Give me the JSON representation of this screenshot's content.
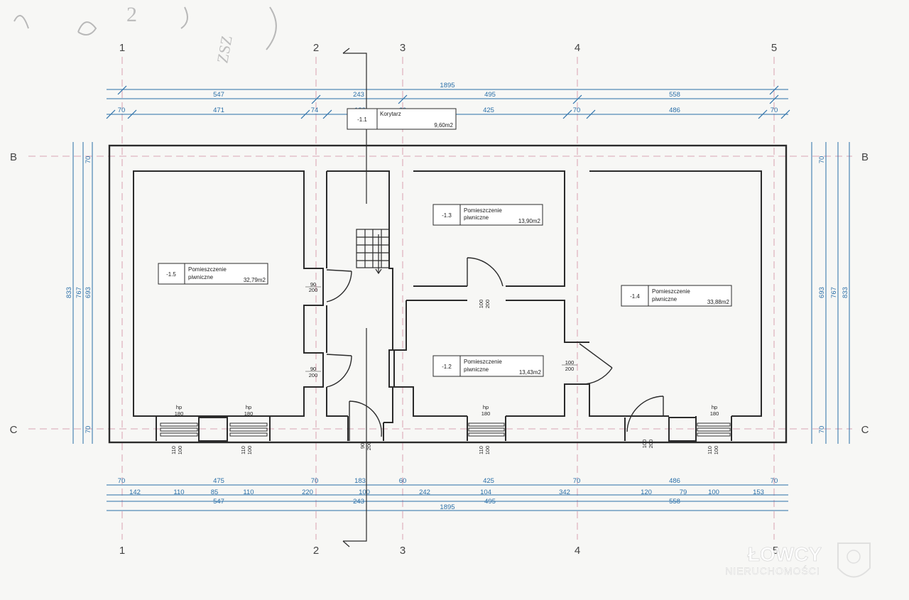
{
  "axes": {
    "columns": [
      "1",
      "2",
      "3",
      "4",
      "5"
    ],
    "rows": [
      "B",
      "C"
    ]
  },
  "dimensions": {
    "top_total": "1895",
    "top_mid": [
      "547",
      "243",
      "495",
      "558"
    ],
    "top_inner": [
      "70",
      "471",
      "74",
      "183",
      "60",
      "425",
      "70",
      "486",
      "70"
    ],
    "bottom_inner": [
      "70",
      "475",
      "70",
      "183",
      "60",
      "425",
      "70",
      "486",
      "70"
    ],
    "bottom_openings": [
      "142",
      "110",
      "85",
      "110",
      "220",
      "100",
      "242",
      "104",
      "342",
      "120",
      "79",
      "100",
      "153"
    ],
    "bottom_mid": [
      "547",
      "243",
      "495",
      "558"
    ],
    "bottom_total": "1895",
    "left_total": "833",
    "left_mid": "767",
    "left_inner": "693",
    "left_wall_top": "70",
    "left_wall_bottom": "70",
    "right_total": "833",
    "right_mid": "767",
    "right_inner": "693",
    "right_wall_top": "70",
    "right_wall_bottom": "70"
  },
  "rooms": {
    "r11": {
      "number": "-1.1",
      "name": "Korytarz",
      "area": "9,60m2"
    },
    "r12": {
      "number": "-1.2",
      "name_line1": "Pomieszczenie",
      "name_line2": "piwniczne",
      "area": "13,43m2"
    },
    "r13": {
      "number": "-1.3",
      "name_line1": "Pomieszczenie",
      "name_line2": "piwniczne",
      "area": "13,90m2"
    },
    "r14": {
      "number": "-1.4",
      "name_line1": "Pomieszczenie",
      "name_line2": "piwniczne",
      "area": "33,88m2"
    },
    "r15": {
      "number": "-1.5",
      "name_line1": "Pomieszczenie",
      "name_line2": "piwniczne",
      "area": "32,79m2"
    }
  },
  "doors": {
    "d1_w": "90",
    "d1_h": "200",
    "d2_w": "90",
    "d2_h": "200",
    "d3_w": "90",
    "d3_h": "200",
    "d4_w": "100",
    "d4_h": "200",
    "d5_w": "100",
    "d5_h": "200",
    "d6_w": "100",
    "d6_h": "200"
  },
  "windows": {
    "hp": "hp",
    "sill": "180",
    "w": "110",
    "h": "100"
  },
  "handwriting": [
    "2",
    "ZSZ"
  ],
  "watermark": {
    "line1": "ŁOWCY",
    "line2": "NIERUCHOMOŚCI"
  },
  "colors": {
    "wall": "#2b2b2b",
    "dimension": "#2a6fa8",
    "axis": "#d08aa0",
    "background": "#f7f7f5"
  }
}
